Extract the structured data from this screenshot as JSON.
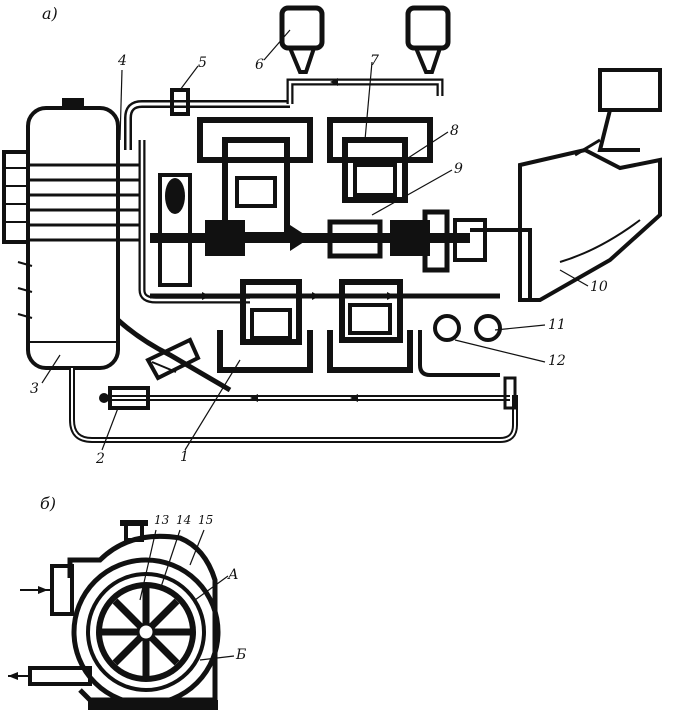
{
  "figure": {
    "panel_a": "а)",
    "panel_b": "б)",
    "callouts": {
      "n1": "1",
      "n2": "2",
      "n3": "3",
      "n4": "4",
      "n5": "5",
      "n6": "6",
      "n7": "7",
      "n8": "8",
      "n9": "9",
      "n10": "10",
      "n11": "11",
      "n12": "12",
      "n13": "13",
      "n14": "14",
      "n15": "15",
      "cavA": "А",
      "cavB": "Б"
    }
  }
}
